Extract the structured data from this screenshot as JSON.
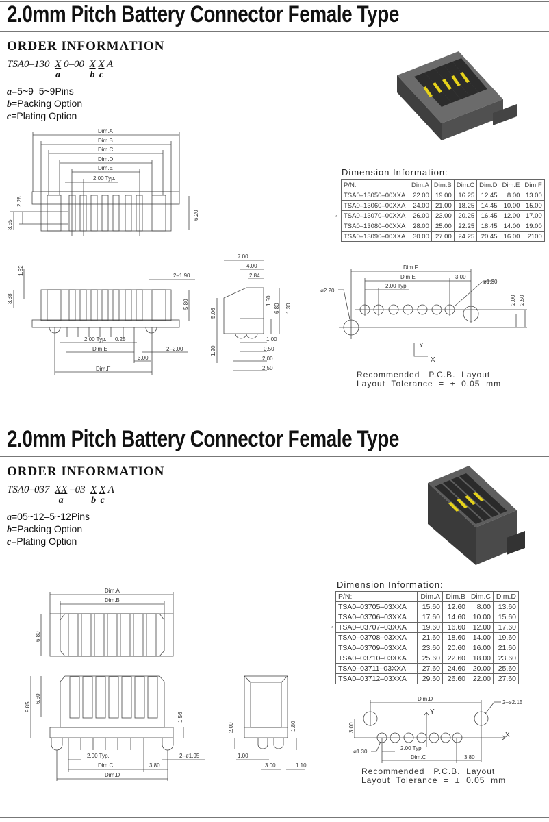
{
  "sections": [
    {
      "title": "2.0mm Pitch Battery Connector Female Type",
      "order": {
        "heading": "ORDER INFORMATION",
        "code_prefix": "TSA0–130",
        "code_a": "X",
        "code_mid": "0–00",
        "code_b": "X",
        "code_c": "X",
        "code_suffix": "A",
        "sub_a": "a",
        "sub_b": "b",
        "sub_c": "c",
        "options": [
          {
            "key": "a",
            "text": "=5~9–5~9Pins"
          },
          {
            "key": "b",
            "text": "=Packing  Option"
          },
          {
            "key": "c",
            "text": "=Plating  Option"
          }
        ]
      },
      "table": {
        "title": "Dimension  Information:",
        "headers": [
          "P/N:",
          "Dim.A",
          "Dim.B",
          "Dim.C",
          "Dim.D",
          "Dim.E",
          "Dim.F"
        ],
        "rows": [
          [
            "TSA0–13050–00XXA",
            "22.00",
            "19.00",
            "16.25",
            "12.45",
            "8.00",
            "13.00"
          ],
          [
            "TSA0–13060–00XXA",
            "24.00",
            "21.00",
            "18.25",
            "14.45",
            "10.00",
            "15.00"
          ],
          [
            "TSA0–13070–00XXA",
            "26.00",
            "23.00",
            "20.25",
            "16.45",
            "12.00",
            "17.00"
          ],
          [
            "TSA0–13080–00XXA",
            "28.00",
            "25.00",
            "22.25",
            "18.45",
            "14.00",
            "19.00"
          ],
          [
            "TSA0–13090–00XXA",
            "30.00",
            "27.00",
            "24.25",
            "20.45",
            "16.00",
            "2100"
          ]
        ],
        "marker": "*"
      },
      "drawing_labels": {
        "dimA": "Dim.A",
        "dimB": "Dim.B",
        "dimC": "Dim.C",
        "dimD": "Dim.D",
        "dimE": "Dim.E",
        "dimF": "Dim.F",
        "typ": "2.00  Typ.",
        "h228": "2.28",
        "h355": "3.55",
        "h620": "6.20",
        "h162": "1.62",
        "h338": "3.38",
        "w190": "2–1.90",
        "h580": "5.80",
        "w025": "0.25",
        "w200x2": "2–2.00",
        "w300": "3.00",
        "s700": "7.00",
        "s400": "4.00",
        "s284": "2.84",
        "s506": "5.06",
        "s150": "1.50",
        "s680": "6.80",
        "s130": "1.30",
        "s120": "1.20",
        "s100": "1.00",
        "s050": "0.50",
        "s200": "2.00",
        "s250": "2.50",
        "p220": "ø2.20",
        "p130": "ø1.30",
        "p200": "2.00",
        "p250": "2.50",
        "axisY": "Y",
        "axisX": "X"
      },
      "pcb_note": [
        "Recommended   P.C.B.  Layout",
        "Layout  Tolerance  =  ±  0.05  mm"
      ]
    },
    {
      "title": "2.0mm Pitch Battery Connector Female Type",
      "order": {
        "heading": "ORDER INFORMATION",
        "code_prefix": "TSA0–037",
        "code_a": "XX",
        "code_mid": "–03",
        "code_b": "X",
        "code_c": "X",
        "code_suffix": "A",
        "sub_a": "a",
        "sub_b": "b",
        "sub_c": "c",
        "options": [
          {
            "key": "a",
            "text": "=05~12–5~12Pins"
          },
          {
            "key": "b",
            "text": "=Packing  Option"
          },
          {
            "key": "c",
            "text": "=Plating  Option"
          }
        ]
      },
      "table": {
        "title": "Dimension  Information:",
        "headers": [
          "P/N:",
          "Dim.A",
          "Dim.B",
          "Dim.C",
          "Dim.D"
        ],
        "rows": [
          [
            "TSA0–03705–03XXA",
            "15.60",
            "12.60",
            "8.00",
            "13.60"
          ],
          [
            "TSA0–03706–03XXA",
            "17.60",
            "14.60",
            "10.00",
            "15.60"
          ],
          [
            "TSA0–03707–03XXA",
            "19.60",
            "16.60",
            "12.00",
            "17.60"
          ],
          [
            "TSA0–03708–03XXA",
            "21.60",
            "18.60",
            "14.00",
            "19.60"
          ],
          [
            "TSA0–03709–03XXA",
            "23.60",
            "20.60",
            "16.00",
            "21.60"
          ],
          [
            "TSA0–03710–03XXA",
            "25.60",
            "22.60",
            "18.00",
            "23.60"
          ],
          [
            "TSA0–03711–03XXA",
            "27.60",
            "24.60",
            "20.00",
            "25.60"
          ],
          [
            "TSA0–03712–03XXA",
            "29.60",
            "26.60",
            "22.00",
            "27.60"
          ]
        ],
        "marker": "*"
      },
      "drawing_labels": {
        "dimA": "Dim.A",
        "dimB": "Dim.B",
        "dimC": "Dim.C",
        "dimD": "Dim.D",
        "h680": "6.80",
        "h985": "9.85",
        "h650": "6.50",
        "h156": "1.56",
        "typ": "2.00  Typ.",
        "p195": "2–ø1.95",
        "w380": "3.80",
        "s200": "2.00",
        "s180": "1.80",
        "s100": "1.00",
        "s300": "3.00",
        "s110": "1.10",
        "p215": "2–ø2.15",
        "p130": "ø1.30",
        "p300": "3.00",
        "axisY": "Y",
        "axisX": "X"
      },
      "pcb_note": [
        "Recommended   P.C.B.  Layout",
        "Layout  Tolerance  =  ±  0.05  mm"
      ]
    }
  ]
}
